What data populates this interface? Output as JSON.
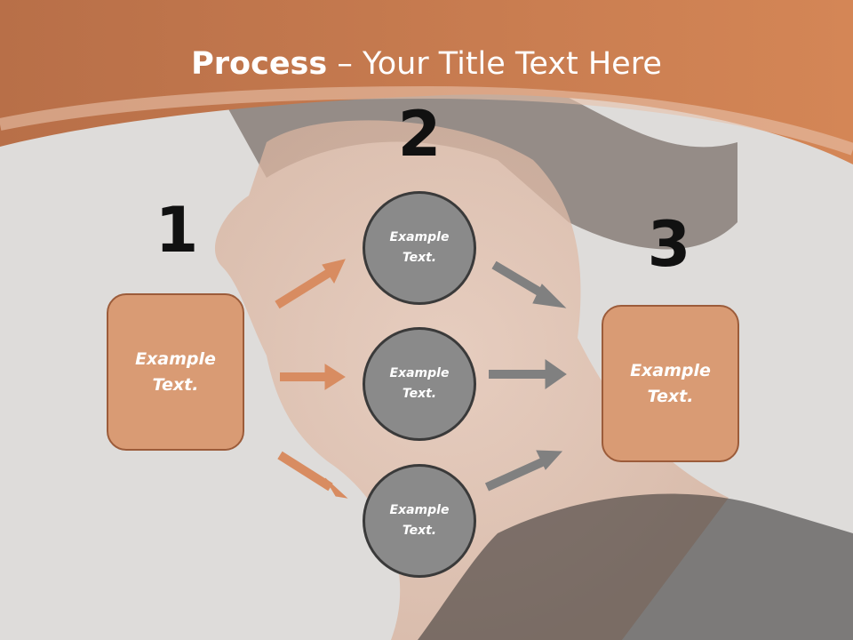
{
  "title": {
    "bold": "Process",
    "rest": " – Your Title Text Here"
  },
  "steps": [
    {
      "number": "1",
      "label": "Example\nText."
    },
    {
      "number": "2",
      "labels": [
        "Example\nText.",
        "Example\nText.",
        "Example\nText."
      ]
    },
    {
      "number": "3",
      "label": "Example\nText."
    }
  ],
  "colors": {
    "header": "#c57a52",
    "box_fill": "#d99b74",
    "circle_fill": "#8a8a8a",
    "arrow_orange": "#d88c61",
    "arrow_gray": "#808080"
  }
}
